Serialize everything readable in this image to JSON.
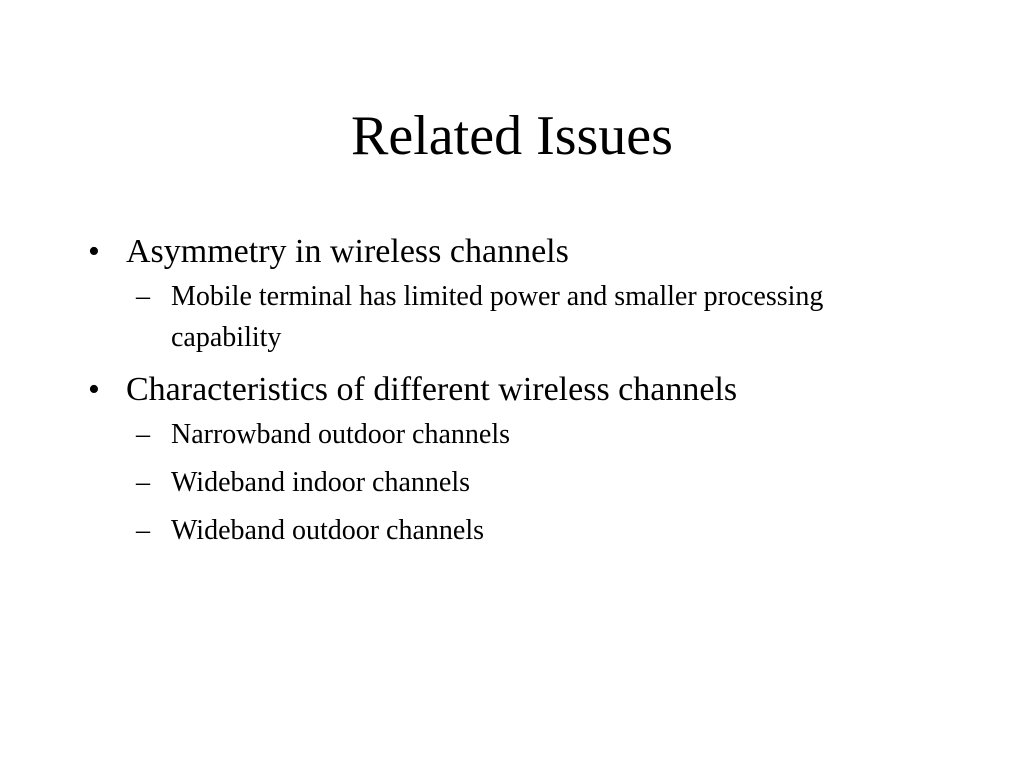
{
  "slide": {
    "title": "Related Issues",
    "bullet_marker": "•",
    "sub_marker": "–",
    "bullets": [
      {
        "text": "Asymmetry in wireless channels",
        "sub": [
          "Mobile terminal has limited power and smaller processing capability"
        ]
      },
      {
        "text": "Characteristics of different wireless channels",
        "sub": [
          "Narrowband outdoor channels",
          "Wideband indoor channels",
          "Wideband outdoor channels"
        ]
      }
    ]
  }
}
